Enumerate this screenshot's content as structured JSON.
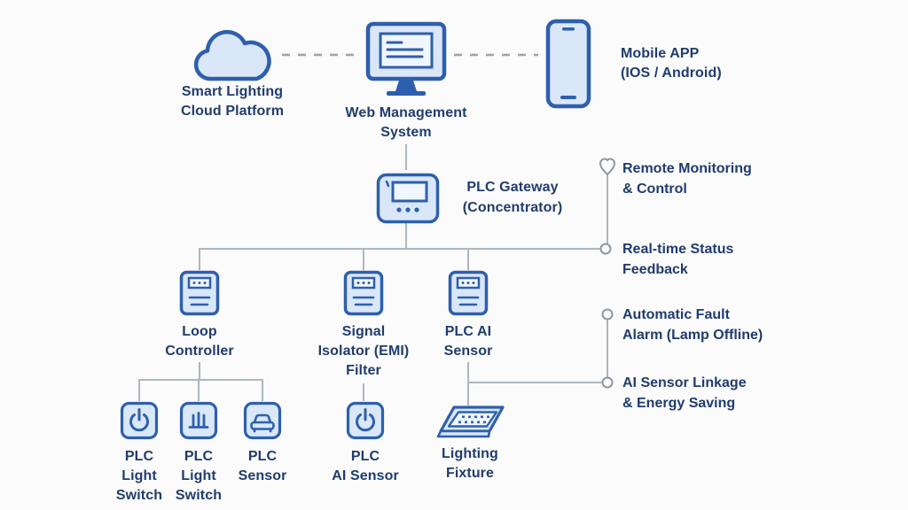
{
  "title": "Smart lighting PLC system architecture diagram",
  "colors": {
    "background": "#fbfbfb",
    "icon_border": "#2e5fae",
    "icon_fill": "#d9e7f8",
    "icon_inner": "#f0f6fd",
    "text": "#203c6f",
    "connector": "#aeb6bf",
    "marker": "#8e97a4"
  },
  "nodes": {
    "cloud": {
      "icon": "cloud-icon",
      "lines": [
        "Smart Lighting",
        "Cloud Platform"
      ]
    },
    "web": {
      "icon": "monitor-icon",
      "lines": [
        "Web Management",
        "System"
      ]
    },
    "mobile": {
      "icon": "smartphone-icon",
      "lines": [
        "Mobile APP",
        "(IOS / Android)"
      ]
    },
    "gateway": {
      "icon": "plc-gateway-icon",
      "lines": [
        "PLC Gateway",
        "(Concentrator)"
      ]
    },
    "loop": {
      "icon": "meter-icon",
      "lines": [
        "Loop",
        "Controller"
      ]
    },
    "isolator": {
      "icon": "meter-icon",
      "lines": [
        "Signal",
        "Isolator (EMI)",
        "Filter"
      ]
    },
    "ai_mid": {
      "icon": "meter-icon",
      "lines": [
        "PLC AI",
        "Sensor"
      ]
    },
    "switch1": {
      "icon": "power-icon",
      "lines": [
        "PLC",
        "Light",
        "Switch"
      ]
    },
    "switch2": {
      "icon": "pin-header-icon",
      "lines": [
        "PLC",
        "Light",
        "Switch"
      ]
    },
    "plc_sensor": {
      "icon": "car-icon",
      "lines": [
        "PLC",
        "Sensor"
      ]
    },
    "ai_bottom": {
      "icon": "power-icon",
      "lines": [
        "PLC",
        "AI Sensor"
      ]
    },
    "fixture": {
      "icon": "lighting-panel-icon",
      "lines": [
        "Lighting",
        "Fixture"
      ]
    }
  },
  "features": [
    {
      "marker": "heart-icon",
      "lines": [
        "Remote Monitoring",
        "& Control"
      ]
    },
    {
      "marker": "circle-node",
      "lines": [
        "Real-time Status",
        "Feedback"
      ]
    },
    {
      "marker": "circle-node",
      "lines": [
        "Automatic Fault",
        "Alarm (Lamp Offline)"
      ]
    },
    {
      "marker": "circle-node",
      "lines": [
        "AI Sensor Linkage",
        "& Energy Saving"
      ]
    }
  ]
}
